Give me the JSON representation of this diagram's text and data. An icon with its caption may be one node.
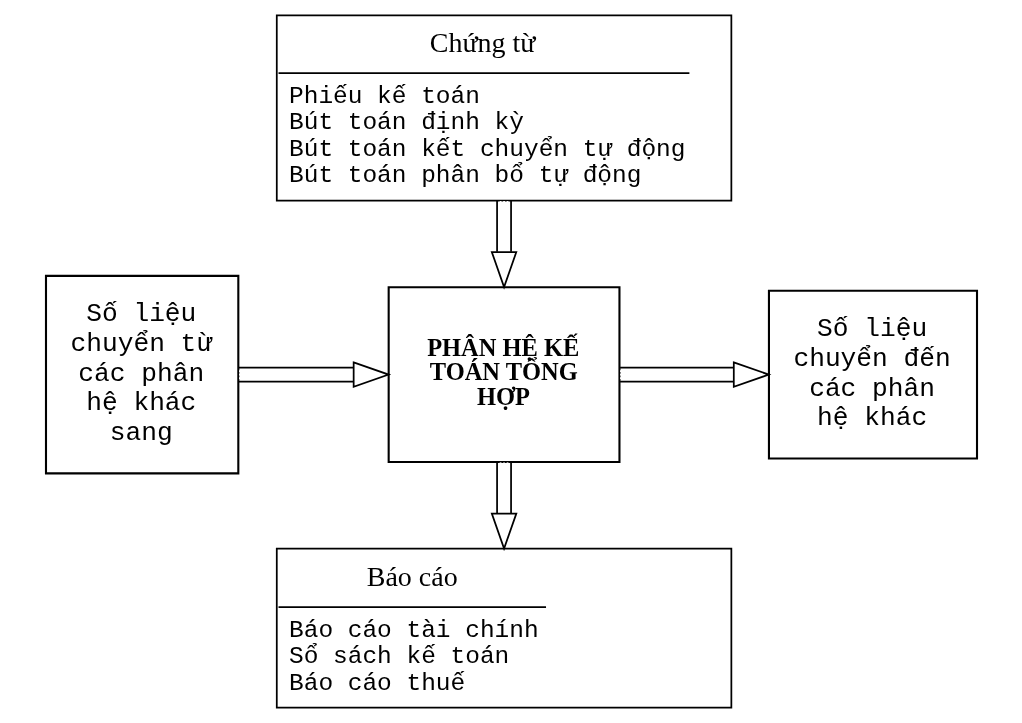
{
  "diagram": {
    "nodes": [
      {
        "text": [
          "Chứng từ",
          "Phiếu kế toán",
          "Bút toán định kỳ",
          "Bút toán kết chuyển tự động",
          "Bút toán phân bổ tự động"
        ]
      },
      {
        "text": [
          "Số liệu chuyển từ các phân hệ khác sang"
        ]
      },
      {
        "text": [
          "PHÂN HỆ KẾ TOÁN TỔNG HỢP"
        ]
      },
      {
        "text": [
          "Số liệu chuyển đến các phân hệ khác"
        ]
      },
      {
        "text": [
          "Báo cáo",
          "Báo cáo tài chính",
          "Sổ sách kế toán",
          "Báo cáo thuế"
        ]
      }
    ],
    "edges": [
      {
        "from": 0,
        "to": 2,
        "arrow": "to"
      },
      {
        "from": 1,
        "to": 2,
        "arrow": "to"
      },
      {
        "from": 2,
        "to": 3,
        "arrow": "to"
      },
      {
        "from": 2,
        "to": 4,
        "arrow": "to"
      }
    ]
  }
}
